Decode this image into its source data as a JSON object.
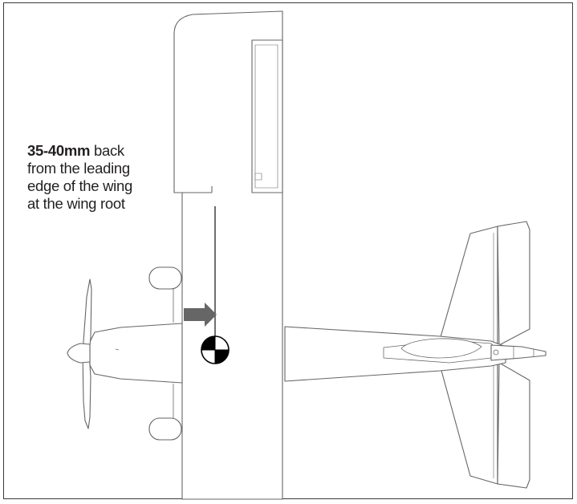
{
  "callout": {
    "measurement": "35-40mm",
    "line1_rest": " back",
    "line2": "from the leading",
    "line3": "edge of the wing",
    "line4": "at the wing root"
  },
  "colors": {
    "line": "#555555",
    "arrow": "#666666",
    "cg_marker": "#000000",
    "frame": "#3a3a3a",
    "text": "#231f20"
  },
  "icons": {
    "arrow": "right-arrow-icon",
    "cg": "center-of-gravity-icon"
  }
}
